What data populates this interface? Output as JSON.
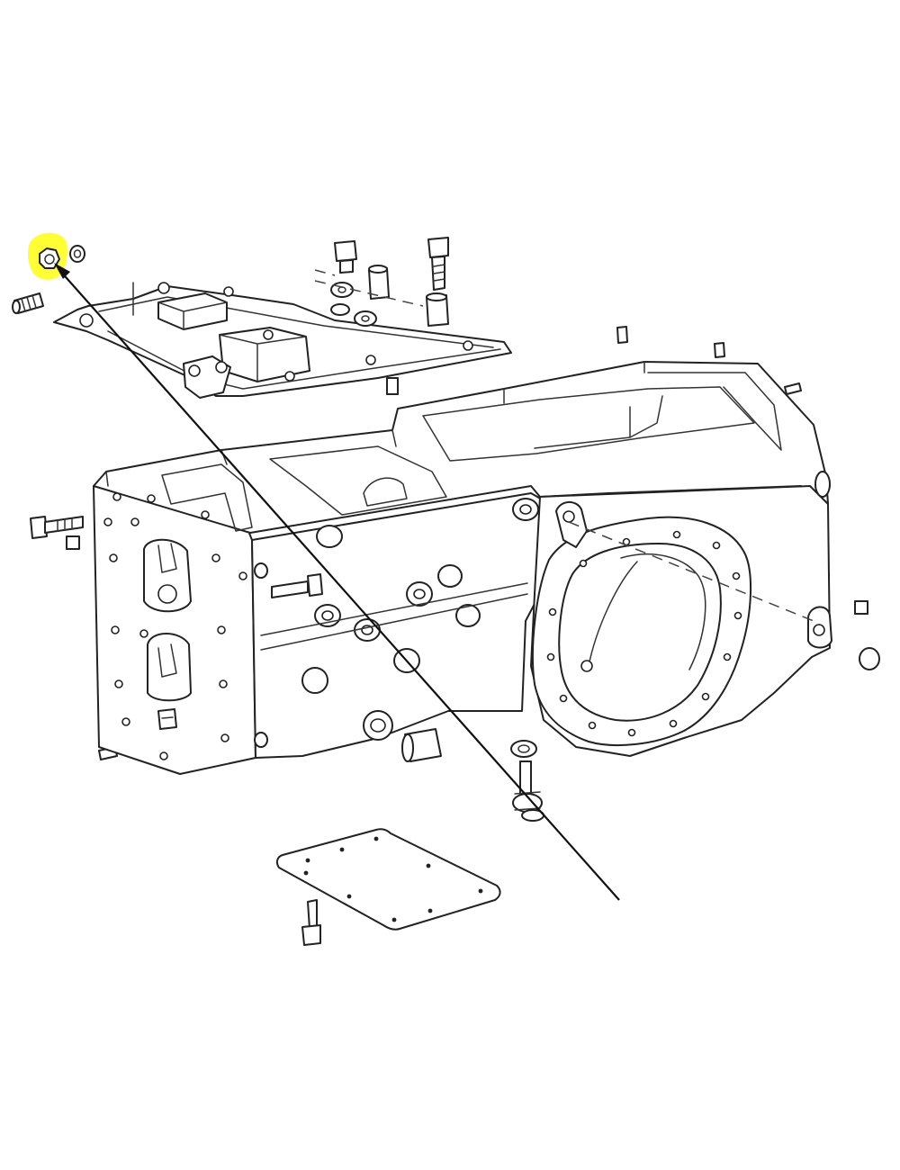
{
  "diagram": {
    "highlight_color": "#ffff33",
    "line_color": "#222222",
    "background": "#ffffff",
    "parts": [
      "highlighted-nut",
      "top-cover-plate",
      "transmission-housing",
      "bell-housing-flange",
      "bottom-cover-plate",
      "drain-plug",
      "leader-line"
    ]
  }
}
